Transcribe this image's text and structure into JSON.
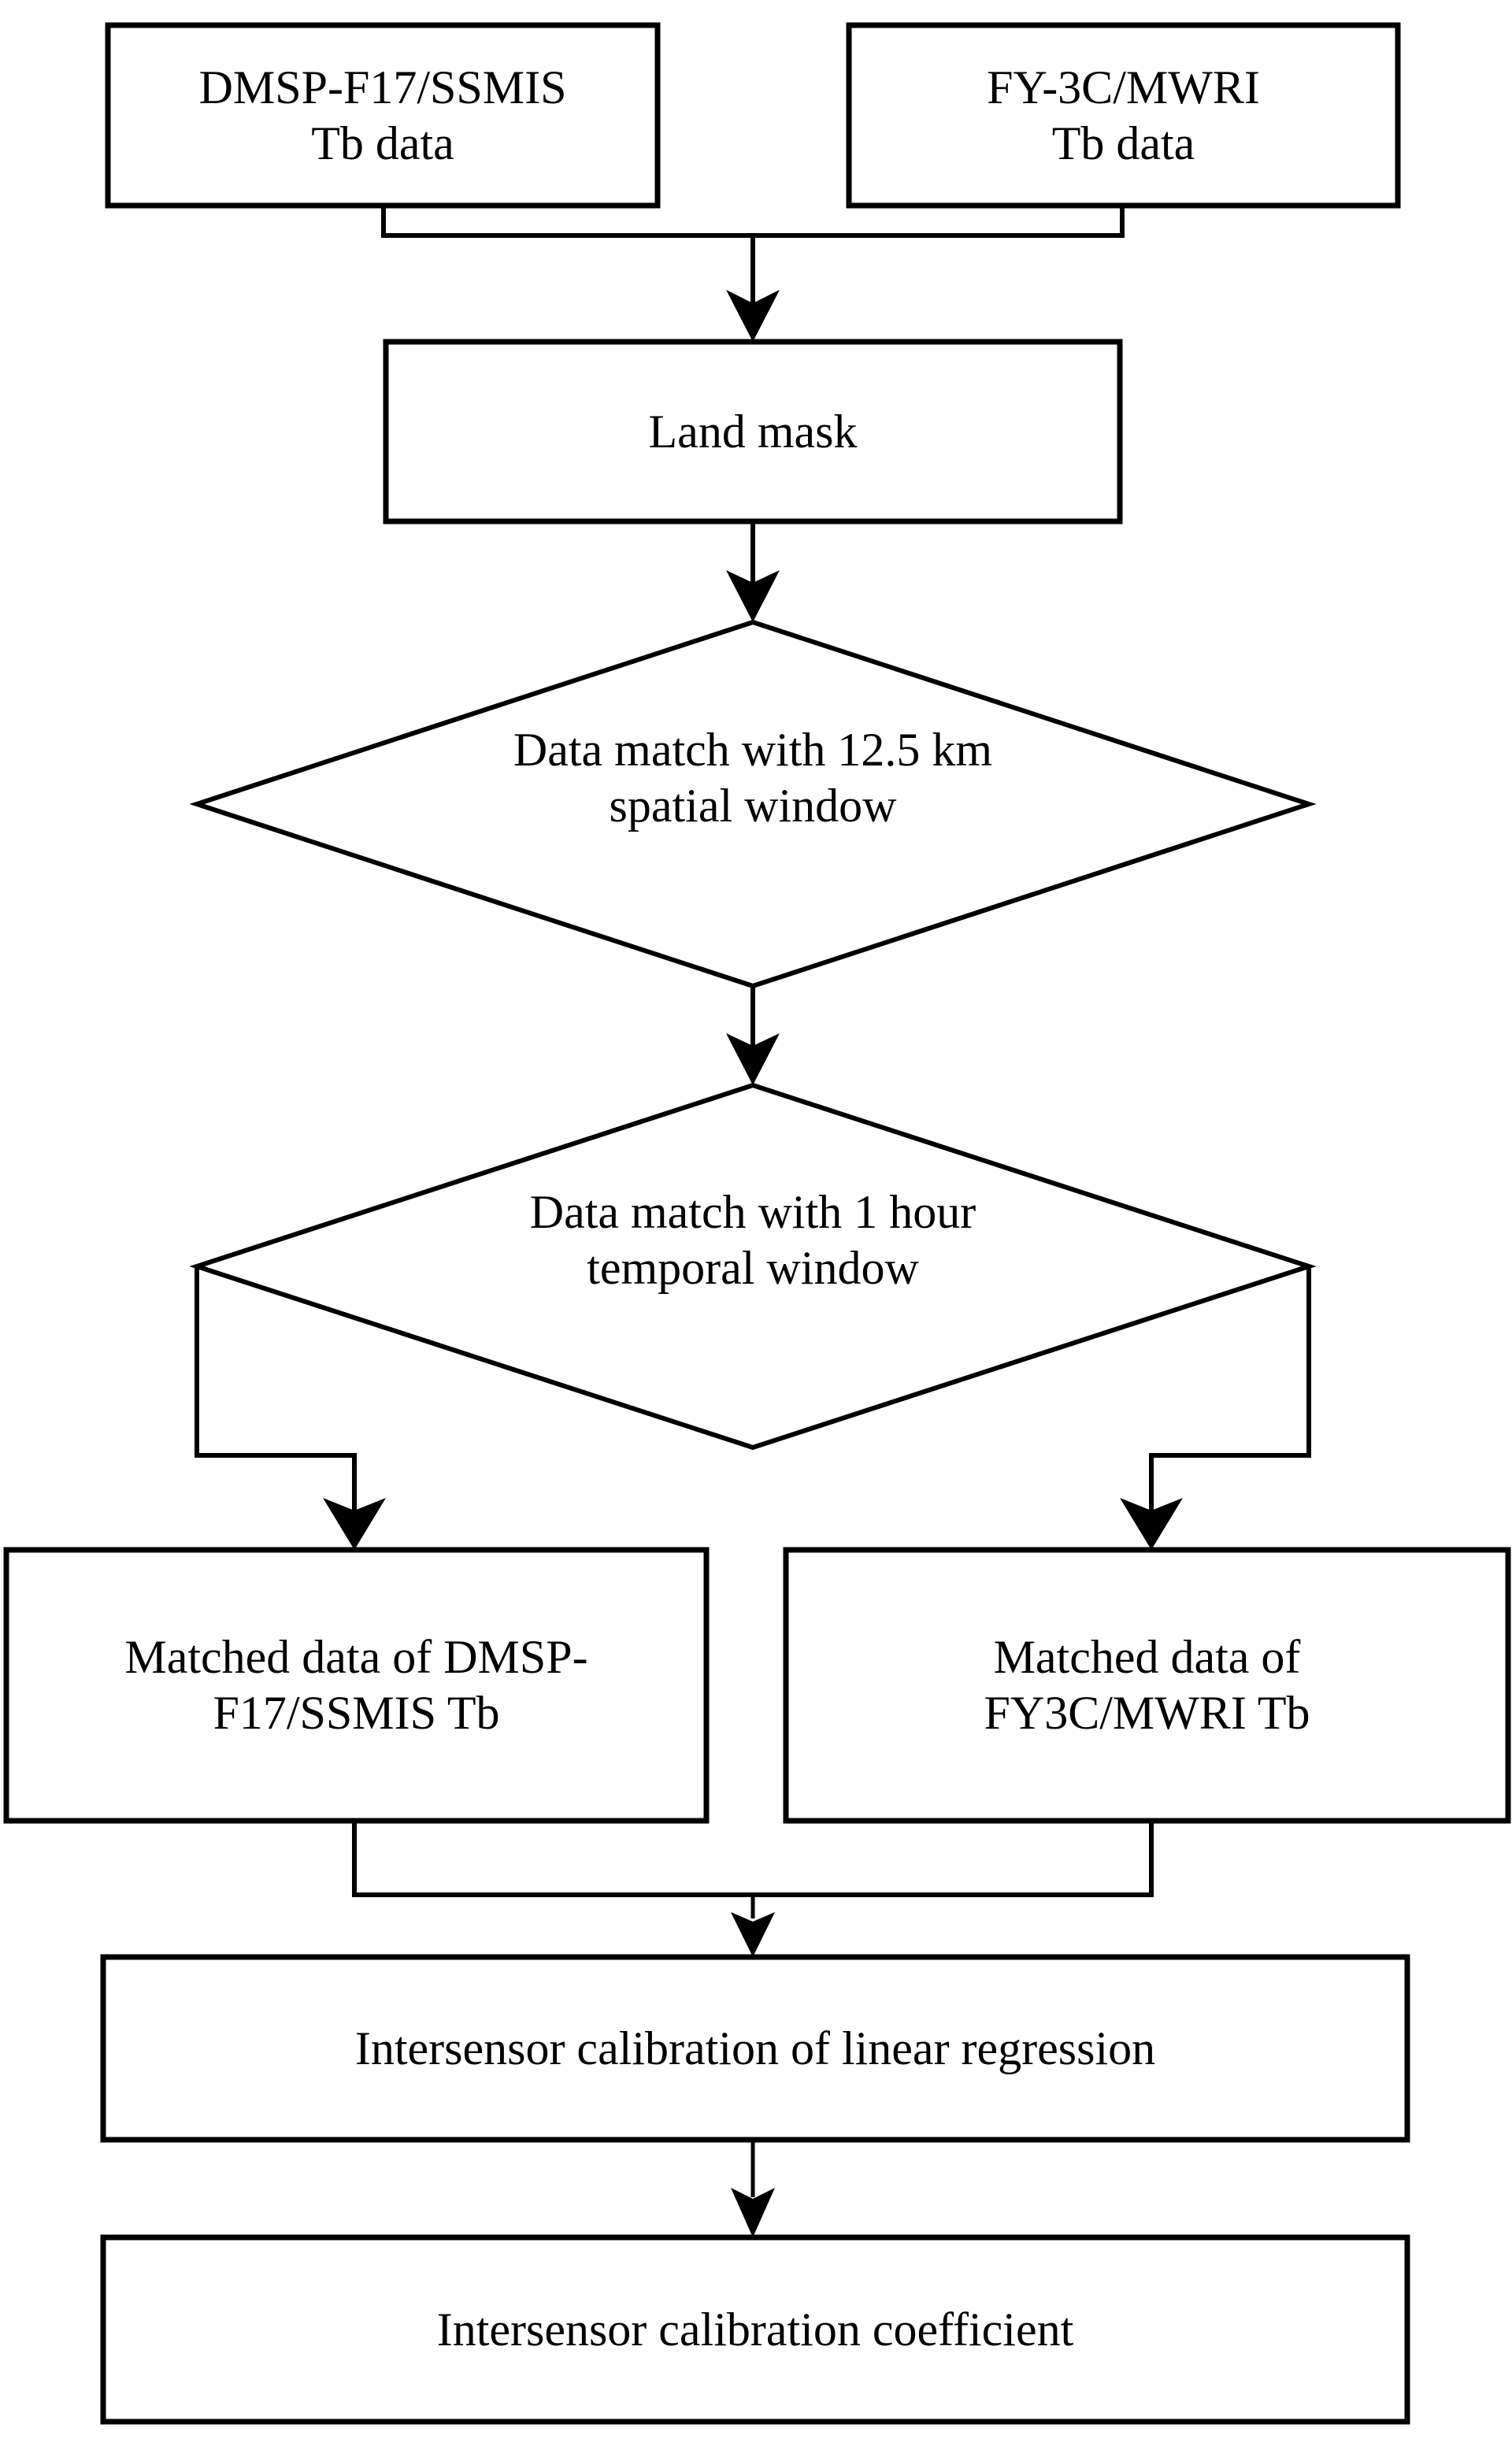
{
  "diagram": {
    "type": "flowchart",
    "orientation": "top-to-bottom",
    "background_color": "#ffffff",
    "line_color": "#000000",
    "text_color": "#000000",
    "nodes": {
      "source_dmsp": {
        "label": "DMSP-F17/SSMIS\nTb data",
        "shape": "rectangle"
      },
      "source_fy3c": {
        "label": "FY-3C/MWRI\nTb data",
        "shape": "rectangle"
      },
      "land_mask": {
        "label": "Land mask",
        "shape": "rectangle"
      },
      "spatial_match": {
        "label": "Data match with 12.5 km\nspatial window",
        "shape": "diamond"
      },
      "temporal_match": {
        "label": "Data match with 1 hour\ntemporal window",
        "shape": "diamond"
      },
      "matched_dmsp": {
        "label": "Matched data of DMSP-\nF17/SSMIS Tb",
        "shape": "rectangle"
      },
      "matched_fy3c": {
        "label": "Matched data of\nFY3C/MWRI Tb",
        "shape": "rectangle"
      },
      "calibration_regression": {
        "label": "Intersensor calibration of linear regression",
        "shape": "rectangle"
      },
      "calibration_coefficient": {
        "label": "Intersensor calibration coefficient",
        "shape": "rectangle"
      }
    },
    "edges": [
      {
        "from": "source_dmsp",
        "to": "land_mask",
        "style": "elbow-merge-arrow"
      },
      {
        "from": "source_fy3c",
        "to": "land_mask",
        "style": "elbow-merge-arrow"
      },
      {
        "from": "land_mask",
        "to": "spatial_match",
        "style": "straight-arrow"
      },
      {
        "from": "spatial_match",
        "to": "temporal_match",
        "style": "straight-arrow"
      },
      {
        "from": "temporal_match",
        "to": "matched_dmsp",
        "style": "elbow-left-arrow"
      },
      {
        "from": "temporal_match",
        "to": "matched_fy3c",
        "style": "elbow-right-arrow"
      },
      {
        "from": "matched_dmsp",
        "to": "calibration_regression",
        "style": "elbow-merge-arrow"
      },
      {
        "from": "matched_fy3c",
        "to": "calibration_regression",
        "style": "elbow-merge-arrow"
      },
      {
        "from": "calibration_regression",
        "to": "calibration_coefficient",
        "style": "straight-arrow"
      }
    ]
  }
}
